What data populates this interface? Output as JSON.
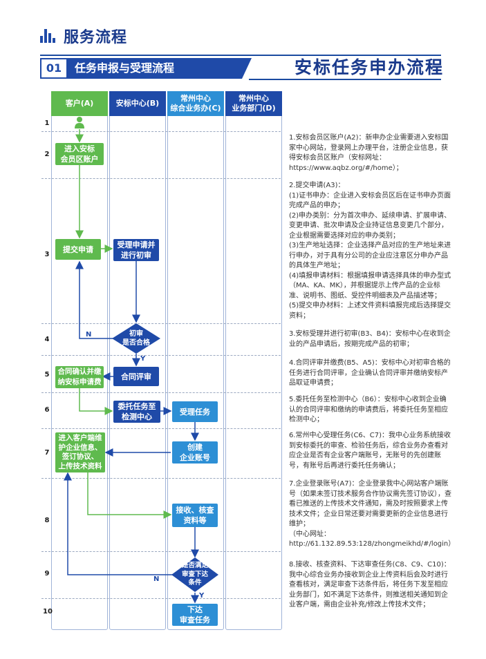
{
  "section_title": "服务流程",
  "header": {
    "num": "01",
    "text": "任务申报与受理流程"
  },
  "main_title": "安标任务申办流程",
  "lanes": [
    "客户(A)",
    "安标中心(B)",
    "常州中心\n综合业务办(C)",
    "常州中心\n业务部门(D)"
  ],
  "rows": [
    "1",
    "2",
    "3",
    "4",
    "5",
    "6",
    "7",
    "8",
    "9",
    "10"
  ],
  "nodes": {
    "a2": "进入安标\n会员区账户",
    "a3": "提交申请",
    "b3": "受理申请并\n进行初审",
    "b4": "初审\n是否合格",
    "b5": "合同评审",
    "a5": "合同确认并缴\n纳安标申请费",
    "b6": "委托任务至\n检测中心",
    "c6": "受理任务",
    "c7": "创建\n企业账号",
    "a7": "进入客户端维\n护企业信息、\n签订协议、\n上传技术资料",
    "c8": "接收、核查\n资料等",
    "c9": "是否满足\n审查下达\n条件",
    "c10": "下达\n审查任务"
  },
  "labels": {
    "n1": "N",
    "y1": "Y",
    "n2": "N",
    "y2": "Y"
  },
  "descriptions": [
    "1.安标会员区账户(A2)：新申办企业需要进入安标国家中心网站，登录网上办理平台，注册企业信息，获得安标会员区账户（安标网址：https://www.aqbz.org/#/home）；",
    "2.提交申请(A3)：\n(1)证书申办：企业进入安标会员区后在证书申办页面完成产品的申办；\n(2)申办类别：分为首次申办、延续申请、扩展申请、变更申请、批次申请及企业持证信息变更几个部分，企业根据需要选择对应的申办类别；\n(3)生产地址选择：企业选择产品对应的生产地址来进行申办，对于具有分公司的企业应注意区分申办产品的具体生产地址；\n(4)填报申请材料：根据填报申请选择具体的申办型式（MA、KA、MK），并根据提示上传产品的企业标准、说明书、图纸、受控件明细表及产品描述等；\n(5)提交申办材料：上述文件资料填报完成后选择提交资料；",
    "3.安标受理并进行初审(B3、B4)：安标中心在收到企业的产品申请后，按期完成产品的初审；",
    "4.合同评审并缴费(B5、A5)：安标中心对初审合格的任务进行合同评审，企业确认合同评审并缴纳安标产品取证申请费；",
    "5.委托任务至检测中心（B6）：安标中心收到企业确认的合同评审和缴纳的申请费后，将委托任务至相应检测中心；",
    "6.常州中心受理任务(C6、C7)：我中心业务系统接收到安标委托的审查、检验任务后，综合业务办查看对应企业是否有企业客户端账号，无账号的先创建账号，有账号后再进行委托任务确认；",
    "7.企业登录账号(A7)：企业登录我中心网站客户端账号（如果未签订技术服务合作协议需先签订协议），查看已推送的上传技术文件通知，需及时按照要求上传技术文件；企业日常还要对需要更新的企业信息进行维护；\n（中心网址：http://61.132.89.53:128/zhongmeikhd/#/login）",
    "8.接收、核查资料、下达审查任务(C8、C9、C10)：我中心综合业务办接收到企业上传资料后会及时进行查看核对，满足审查下达条件后，将任务下发至相应业务部门，如不满足下达条件，则推送相关通知到企业客户端，需由企业补充/修改上传技术文件；"
  ],
  "colors": {
    "green": "#5fba4e",
    "blue": "#1f4aa8",
    "light_blue": "#2d8fd5",
    "title": "#1a3a8c"
  }
}
